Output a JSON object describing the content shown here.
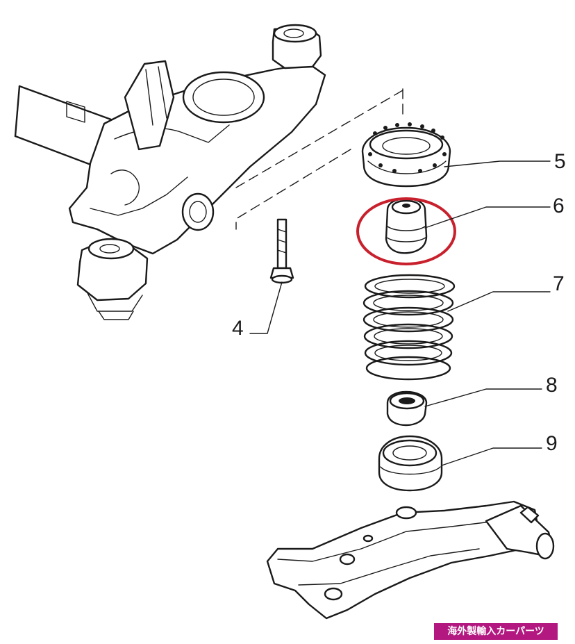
{
  "callouts": {
    "c4": "4",
    "c5": "5",
    "c6": "6",
    "c7": "7",
    "c8": "8",
    "c9": "9"
  },
  "highlight": {
    "target": "6",
    "color": "#c8202c"
  },
  "watermark": {
    "text": "海外製輸入カーパーツ",
    "color": "#b2187f"
  }
}
